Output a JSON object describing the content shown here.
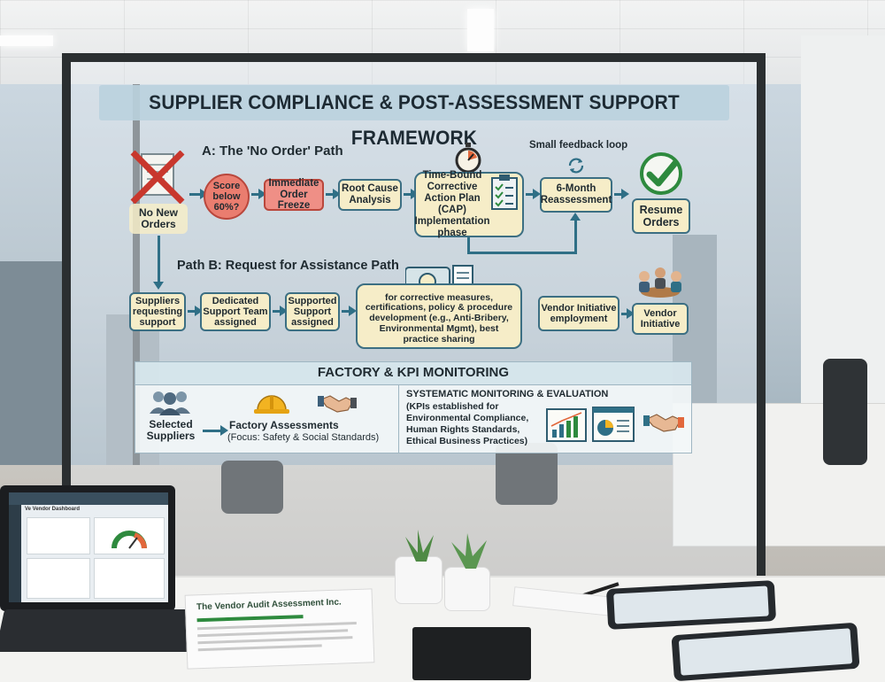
{
  "title": "SUPPLIER COMPLIANCE & POST-ASSESSMENT SUPPORT FRAMEWORK",
  "path_a": {
    "heading": "A: The 'No Order' Path",
    "feedback_label": "Small feedback loop",
    "no_new_orders": "No New Orders",
    "score_check": "Score below 60%?",
    "order_freeze": "Immediate Order Freeze",
    "root_cause": "Root Cause Analysis",
    "cap": "Time-Bound Corrective Action Plan (CAP) Implementation phase",
    "reassessment": "6-Month Reassessment",
    "resume": "Resume Orders"
  },
  "path_b": {
    "heading": "Path B: Request for Assistance Path",
    "requesting": "Suppliers requesting support",
    "dedicated": "Dedicated Support Team assigned",
    "supported": "Supported Support assigned",
    "measures": "for corrective measures, certifications, policy & procedure development (e.g., Anti-Bribery, Environmental Mgmt), best practice sharing",
    "vendor_employment": "Vendor Initiative employment",
    "vendor_initiative": "Vendor Initiative"
  },
  "monitoring": {
    "heading": "FACTORY & KPI MONITORING",
    "selected": "Selected Suppliers",
    "factory_title": "Factory Assessments",
    "factory_focus": "(Focus: Safety & Social Standards)",
    "systematic_title": "SYSTEMATIC MONITORING & EVALUATION",
    "kpi_line1": "(KPIs established for",
    "kpi_line2": "Environmental Compliance,",
    "kpi_line3": "Human Rights Standards,",
    "kpi_line4": "Ethical Business Practices)"
  },
  "desk": {
    "laptop_header": "Ve Vendor Dashboard",
    "doc_title": "The Vendor Audit Assessment Inc."
  },
  "icons": [
    "stopwatch-icon",
    "clipboard-checklist-icon",
    "refresh-icon",
    "checkmark-icon",
    "crossed-document-icon",
    "team-meeting-icon",
    "documents-icon",
    "people-group-icon",
    "hard-hat-icon",
    "handshake-icon",
    "bar-chart-icon",
    "pie-chart-icon"
  ],
  "colors": {
    "box_fill": "#f6edc8",
    "box_border": "#3c6f83",
    "freeze_fill": "#ef8f86",
    "score_fill": "#ea7d6f",
    "arrow": "#2f6f86",
    "title_bar": "#bad2de",
    "check_green": "#2e8a3e"
  }
}
